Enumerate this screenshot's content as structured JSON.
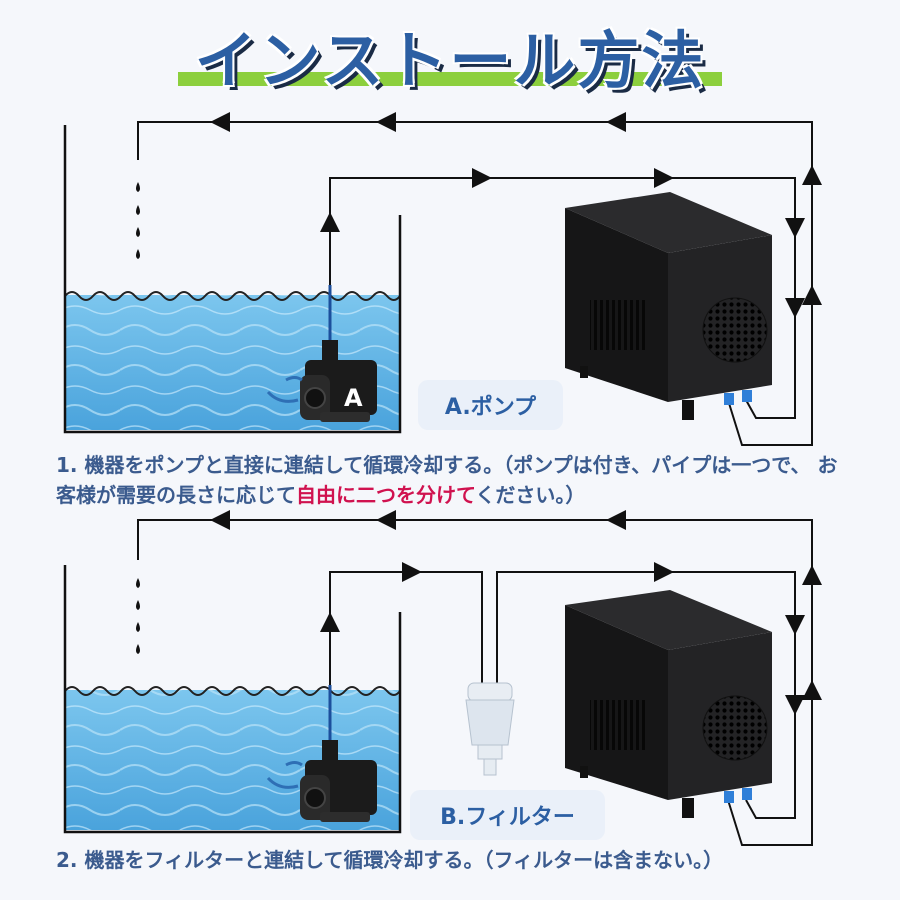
{
  "title": "インストール方法",
  "section_a": {
    "label": "A.ポンプ",
    "pump_letter": "A",
    "description_part1": "1. 機器をポンプと直接に連結して循環冷却する。（ポンプは付き、パイプは一つで、 お客様が需要の長さに応じて",
    "description_highlight": "自由に二つを分けて",
    "description_part2": "ください。）"
  },
  "section_b": {
    "label": "B.フィルター",
    "description": "2. 機器をフィルターと連結して循環冷却する。（フィルターは含まない。）"
  },
  "colors": {
    "title": "#2c5fa3",
    "title_underline": "#8ccf3d",
    "water": "#5fb4e4",
    "highlight": "#d0124f",
    "description": "#3b5b8e",
    "chiller": "#1c1c1e"
  }
}
